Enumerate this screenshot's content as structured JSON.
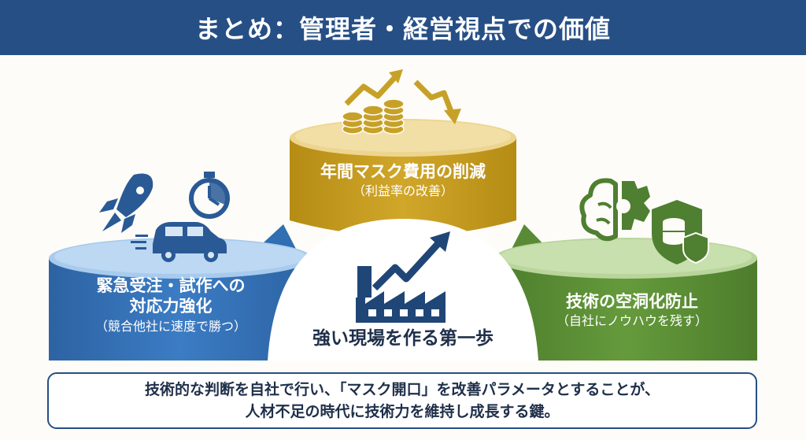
{
  "header": {
    "title": "まとめ：管理者・経営視点での価値"
  },
  "pillars": {
    "left": {
      "line1": "緊急受注・試作への",
      "line1b": "対応力強化",
      "line2": "（競合他社に速度で勝つ）",
      "color": "#2f6fb2"
    },
    "center": {
      "line1": "年間マスク費用の削減",
      "line2": "（利益率の改善）",
      "color": "#c29a1e"
    },
    "right": {
      "line1": "技術の空洞化防止",
      "line2": "（自社にノウハウを残す）",
      "color": "#5a8a36"
    }
  },
  "center_label": "強い現場を作る第一歩",
  "summary": {
    "line1": "技術的な判断を自社で行い、「マスク開口」を改善パラメータとすることが、",
    "line2": "人材不足の時代に技術力を維持し成長する鍵。"
  },
  "icons": [
    "rocket-icon",
    "stopwatch-icon",
    "car-icon",
    "coins-icon",
    "trend-up-arrow-icon",
    "trend-down-arrow-icon",
    "brain-icon",
    "gear-icon",
    "database-shield-icon",
    "factory-icon",
    "growth-arrow-icon"
  ]
}
